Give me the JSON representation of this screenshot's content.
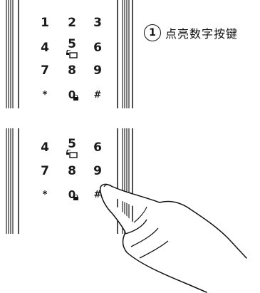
{
  "instruction": {
    "step_number": "1",
    "text": "点亮数字按键"
  },
  "panel_top": {
    "keys": [
      "1",
      "2",
      "3",
      "4",
      "5",
      "6",
      "7",
      "8",
      "9",
      "*",
      "0",
      "#"
    ]
  },
  "panel_bottom": {
    "keys": [
      "4",
      "5",
      "6",
      "7",
      "8",
      "9",
      "*",
      "0",
      "#"
    ]
  },
  "icons": {
    "five_key_badge": "unlock-icon",
    "zero_key_badge": "lock-icon",
    "hand": "pointing-hand-icon"
  }
}
